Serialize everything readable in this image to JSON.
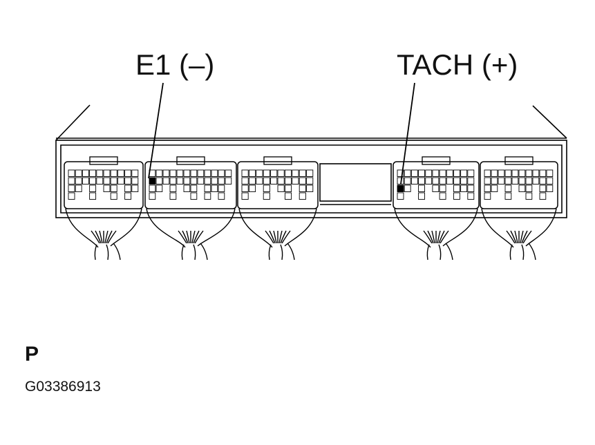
{
  "labels": {
    "e1": "E1 (–)",
    "tach": "TACH (+)"
  },
  "view_letter": "P",
  "figure_code": "G03386913",
  "connectors": [
    {
      "name": "connector-1",
      "highlighted": false
    },
    {
      "name": "connector-2",
      "highlighted": true,
      "pin_label": "e1"
    },
    {
      "name": "connector-3",
      "highlighted": false
    },
    {
      "name": "connector-4",
      "highlighted": true,
      "pin_label": "tach"
    },
    {
      "name": "connector-5",
      "highlighted": false
    }
  ],
  "colors": {
    "line": "#000000",
    "background": "#ffffff",
    "highlight_pin": "#000000"
  }
}
